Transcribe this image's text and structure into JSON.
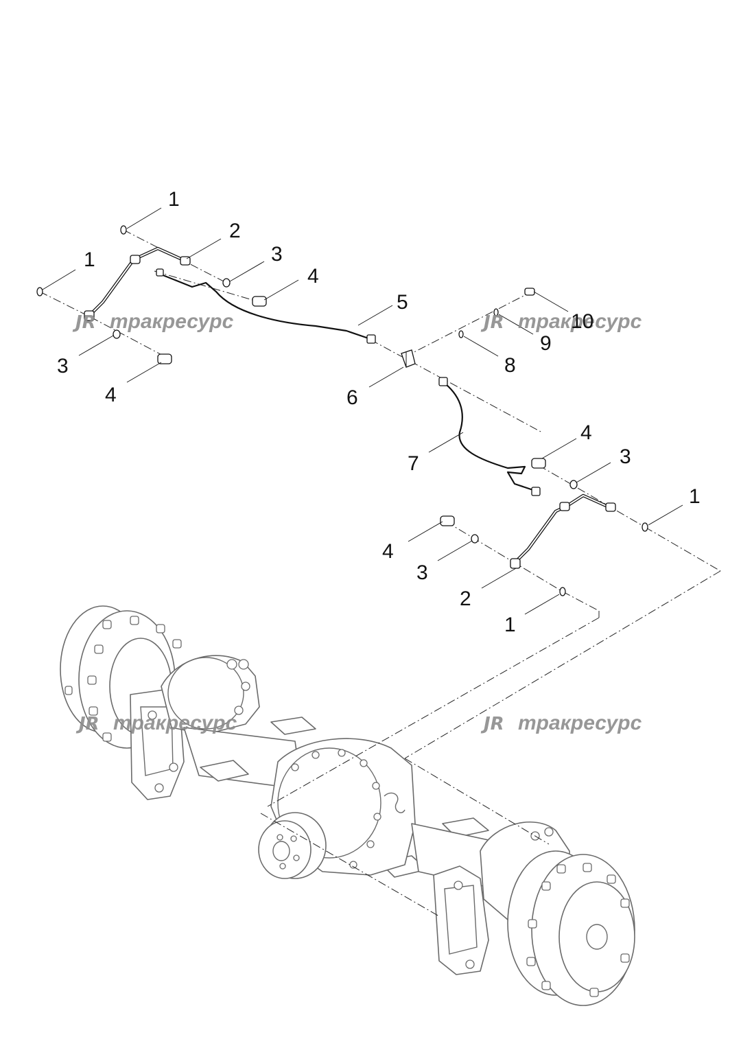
{
  "callouts": {
    "c1a": "1",
    "c1b": "1",
    "c2a": "2",
    "c3a": "3",
    "c4a": "4",
    "c5": "5",
    "c3b": "3",
    "c4b": "4",
    "c10": "10",
    "c9": "9",
    "c8": "8",
    "c6": "6",
    "c7": "7",
    "c4c": "4",
    "c3c": "3",
    "c1c": "1",
    "c4d": "4",
    "c3d": "3",
    "c2b": "2",
    "c1d": "1"
  },
  "watermark": {
    "logo": "JR",
    "text": "тракресурс"
  },
  "colors": {
    "lines": "#1a1a1a",
    "axle": "#6a6a6a",
    "watermark": "#8c8c8c"
  }
}
